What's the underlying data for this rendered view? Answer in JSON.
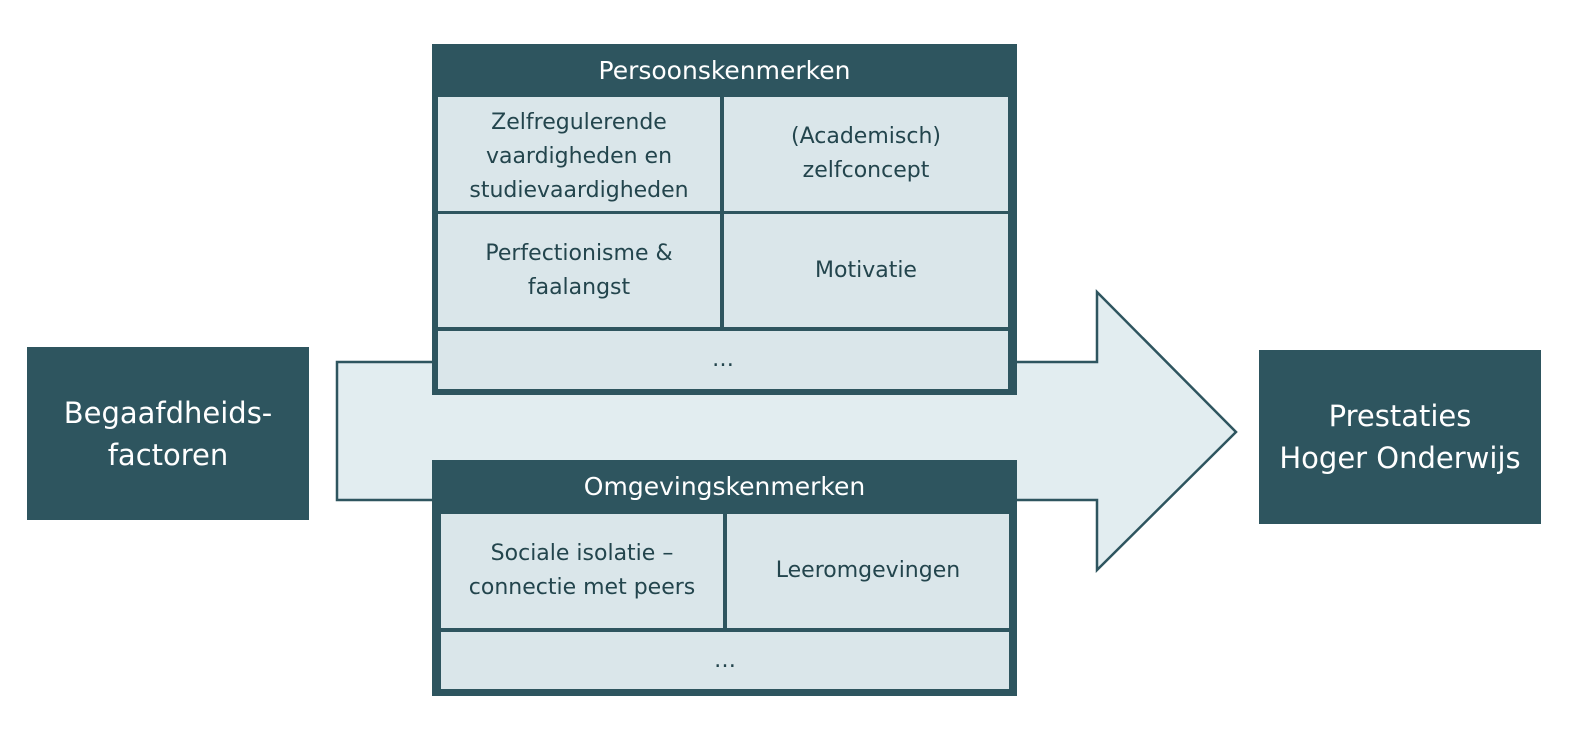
{
  "left_box": {
    "text": "Begaafdheids-\nfactoren"
  },
  "right_box": {
    "text": "Prestaties\nHoger Onderwijs"
  },
  "persoonskenmerken": {
    "title": "Persoonskenmerken",
    "cells": [
      "Zelfregulerende\nvaardigheden en\nstudievaardigheden",
      "(Academisch)\nzelfconcept",
      "Perfectionisme &\nfaalangst",
      "Motivatie",
      "…"
    ]
  },
  "omgevingskenmerken": {
    "title": "Omgevingskenmerken",
    "cells": [
      "Sociale isolatie –\nconnectie met peers",
      "Leeromgevingen",
      "…"
    ]
  },
  "colors": {
    "dark": "#2e555f",
    "light": "#dae6ea",
    "arrow_fill": "#e2edf0",
    "arrow_stroke": "#2e555f"
  }
}
